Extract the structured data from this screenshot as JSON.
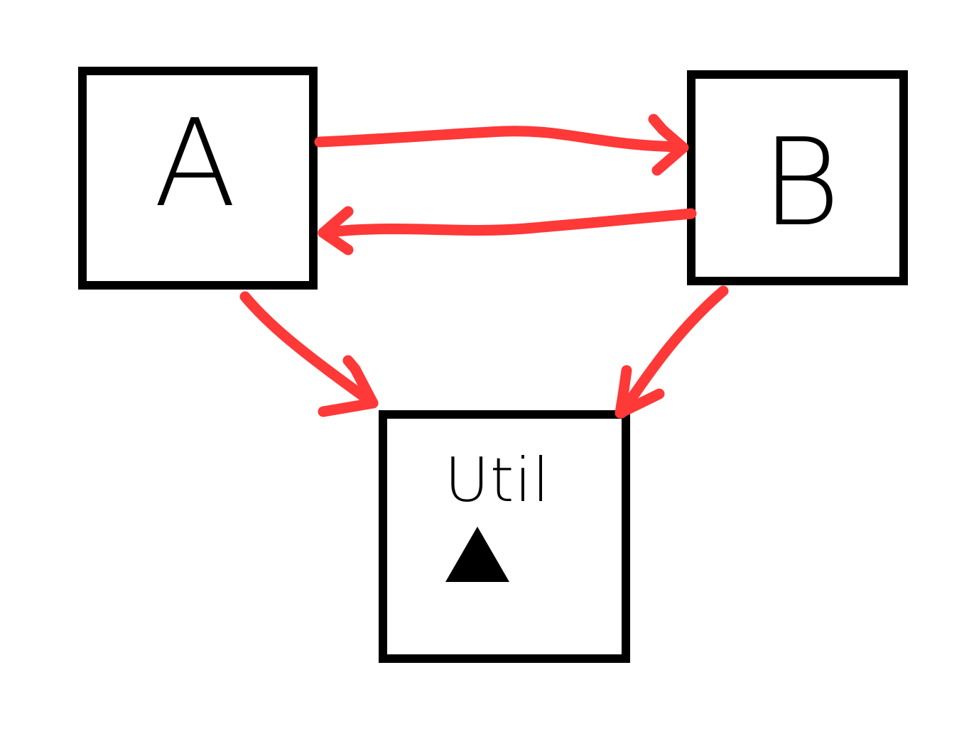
{
  "nodes": {
    "a": {
      "label": "A"
    },
    "b": {
      "label": "B"
    },
    "util": {
      "label": "Util",
      "marker_icon": "triangle-icon"
    }
  },
  "edges": [
    {
      "from": "A",
      "to": "B"
    },
    {
      "from": "B",
      "to": "A"
    },
    {
      "from": "A",
      "to": "Util"
    },
    {
      "from": "B",
      "to": "Util"
    }
  ],
  "colors": {
    "box_border": "#000000",
    "arrow": "#ff3838",
    "background": "#ffffff"
  }
}
